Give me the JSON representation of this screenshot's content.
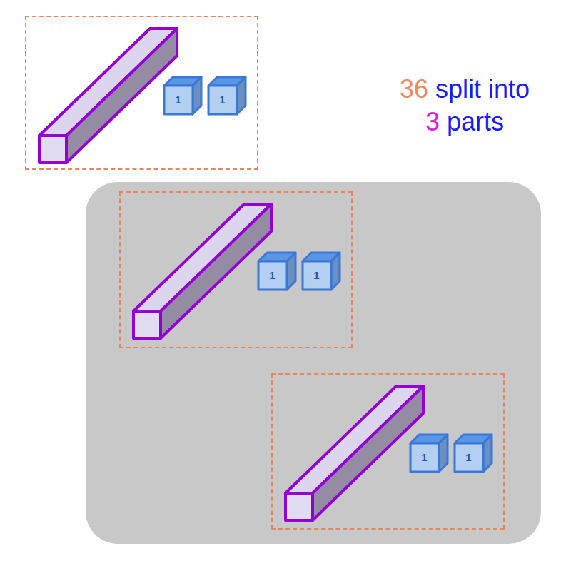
{
  "diagram": {
    "nodes": [
      {
        "text": [
          "1",
          "1"
        ]
      },
      {
        "text": [
          "1",
          "1"
        ]
      },
      {
        "text": [
          "1",
          "1"
        ]
      }
    ],
    "labels": [
      "36",
      "split into",
      "3",
      "parts"
    ]
  }
}
